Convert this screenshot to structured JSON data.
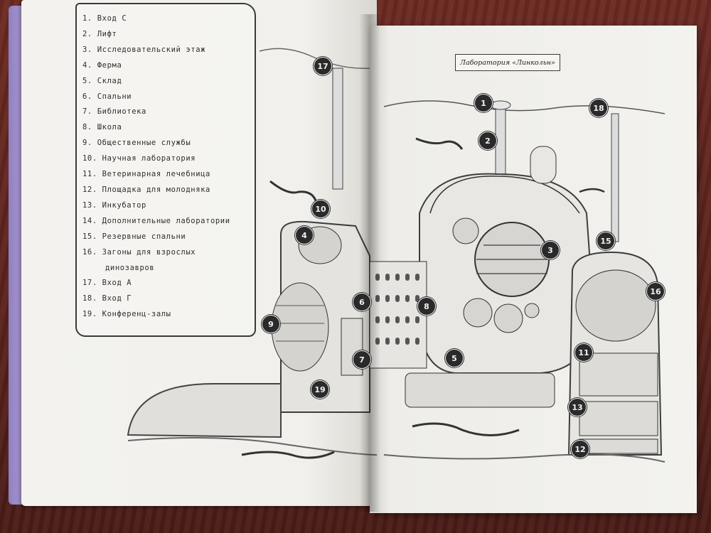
{
  "legend": {
    "items": [
      "1. Вход С",
      "2. Лифт",
      "3. Исследовательский этаж",
      "4. Ферма",
      "5. Склад",
      "6. Спальни",
      "7. Библиотека",
      "8. Школа",
      "9. Общественные службы",
      "10. Научная лаборатория",
      "11. Ветеринарная лечебница",
      "12. Площадка для молодняка",
      "13. Инкубатор",
      "14. Дополнительные лаборатории",
      "15. Резервные спальни",
      "16. Загоны для взрослых",
      "динозавров",
      "17. Вход А",
      "18. Вход Г",
      "19. Конференц-залы"
    ]
  },
  "title": "Лаборатория «Линкольн»",
  "markers": [
    "1",
    "2",
    "3",
    "4",
    "5",
    "6",
    "7",
    "8",
    "9",
    "10",
    "11",
    "12",
    "13",
    "15",
    "16",
    "17",
    "18",
    "19"
  ]
}
